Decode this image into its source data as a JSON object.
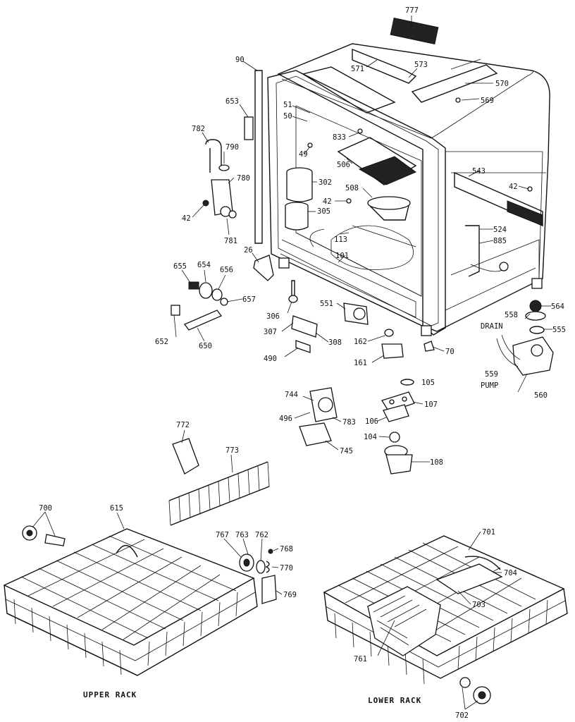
{
  "parts": [
    {
      "id": "p777",
      "label": "777"
    },
    {
      "id": "p571",
      "label": "571"
    },
    {
      "id": "p573",
      "label": "573"
    },
    {
      "id": "p570",
      "label": "570"
    },
    {
      "id": "p569",
      "label": "569"
    },
    {
      "id": "p90",
      "label": "90"
    },
    {
      "id": "p653",
      "label": "653"
    },
    {
      "id": "p51",
      "label": "51"
    },
    {
      "id": "p50",
      "label": "50"
    },
    {
      "id": "p833",
      "label": "833"
    },
    {
      "id": "p49",
      "label": "49"
    },
    {
      "id": "p782",
      "label": "782"
    },
    {
      "id": "p790",
      "label": "790"
    },
    {
      "id": "p780",
      "label": "780"
    },
    {
      "id": "p506",
      "label": "506"
    },
    {
      "id": "p302",
      "label": "302"
    },
    {
      "id": "p543",
      "label": "543"
    },
    {
      "id": "p42a",
      "label": "42"
    },
    {
      "id": "p42b",
      "label": "42"
    },
    {
      "id": "p42c",
      "label": "42"
    },
    {
      "id": "p508",
      "label": "508"
    },
    {
      "id": "p305",
      "label": "305"
    },
    {
      "id": "p781",
      "label": "781"
    },
    {
      "id": "p524",
      "label": "524"
    },
    {
      "id": "p885",
      "label": "885"
    },
    {
      "id": "p113",
      "label": "113"
    },
    {
      "id": "p26",
      "label": "26"
    },
    {
      "id": "p101",
      "label": "101"
    },
    {
      "id": "p655",
      "label": "655"
    },
    {
      "id": "p654",
      "label": "654"
    },
    {
      "id": "p656",
      "label": "656"
    },
    {
      "id": "p657",
      "label": "657"
    },
    {
      "id": "p306",
      "label": "306"
    },
    {
      "id": "p551",
      "label": "551"
    },
    {
      "id": "p564",
      "label": "564"
    },
    {
      "id": "p558",
      "label": "558"
    },
    {
      "id": "p555",
      "label": "555"
    },
    {
      "id": "p652",
      "label": "652"
    },
    {
      "id": "p650",
      "label": "650"
    },
    {
      "id": "p307",
      "label": "307"
    },
    {
      "id": "p308",
      "label": "308"
    },
    {
      "id": "p162",
      "label": "162"
    },
    {
      "id": "p70",
      "label": "70"
    },
    {
      "id": "p490",
      "label": "490"
    },
    {
      "id": "p161",
      "label": "161"
    },
    {
      "id": "p559",
      "label": "559"
    },
    {
      "id": "p560",
      "label": "560"
    },
    {
      "id": "p105",
      "label": "105"
    },
    {
      "id": "p744",
      "label": "744"
    },
    {
      "id": "p107",
      "label": "107"
    },
    {
      "id": "p496",
      "label": "496"
    },
    {
      "id": "p783a",
      "label": "783"
    },
    {
      "id": "p106",
      "label": "106"
    },
    {
      "id": "p104",
      "label": "104"
    },
    {
      "id": "p745",
      "label": "745"
    },
    {
      "id": "p108",
      "label": "108"
    },
    {
      "id": "p772",
      "label": "772"
    },
    {
      "id": "p773",
      "label": "773"
    },
    {
      "id": "p700",
      "label": "700"
    },
    {
      "id": "p615",
      "label": "615"
    },
    {
      "id": "p767",
      "label": "767"
    },
    {
      "id": "p763",
      "label": "763"
    },
    {
      "id": "p762",
      "label": "762"
    },
    {
      "id": "p768",
      "label": "768"
    },
    {
      "id": "p770",
      "label": "770"
    },
    {
      "id": "p769",
      "label": "769"
    },
    {
      "id": "p701",
      "label": "701"
    },
    {
      "id": "p704",
      "label": "704"
    },
    {
      "id": "p703",
      "label": "703"
    },
    {
      "id": "p761",
      "label": "761"
    },
    {
      "id": "p702",
      "label": "702"
    }
  ],
  "captions": {
    "drain": "DRAIN",
    "pump": "PUMP",
    "upper_rack": "UPPER RACK",
    "lower_rack": "LOWER RACK"
  }
}
